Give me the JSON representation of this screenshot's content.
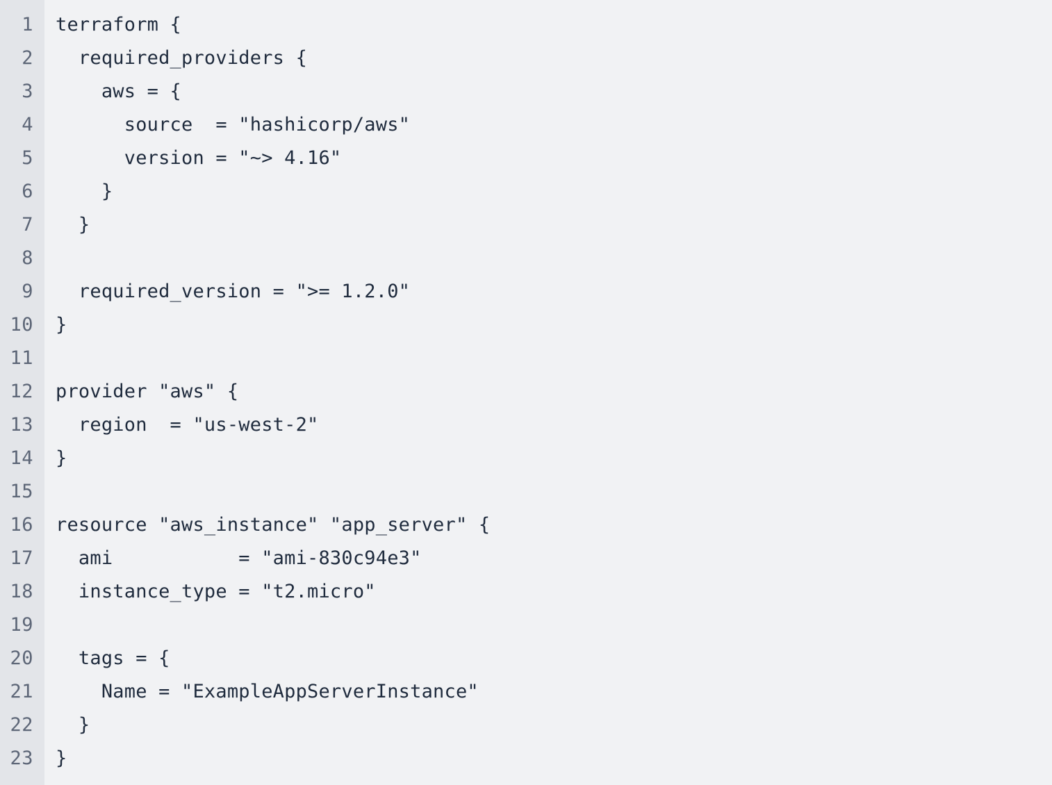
{
  "editor": {
    "colors": {
      "background": "#f1f2f4",
      "gutter_background": "#e3e5e9",
      "line_number": "#5d6677",
      "text": "#1f2b3d"
    },
    "lines": [
      {
        "number": "1",
        "text": "terraform {"
      },
      {
        "number": "2",
        "text": "  required_providers {"
      },
      {
        "number": "3",
        "text": "    aws = {"
      },
      {
        "number": "4",
        "text": "      source  = \"hashicorp/aws\""
      },
      {
        "number": "5",
        "text": "      version = \"~> 4.16\""
      },
      {
        "number": "6",
        "text": "    }"
      },
      {
        "number": "7",
        "text": "  }"
      },
      {
        "number": "8",
        "text": ""
      },
      {
        "number": "9",
        "text": "  required_version = \">= 1.2.0\""
      },
      {
        "number": "10",
        "text": "}"
      },
      {
        "number": "11",
        "text": ""
      },
      {
        "number": "12",
        "text": "provider \"aws\" {"
      },
      {
        "number": "13",
        "text": "  region  = \"us-west-2\""
      },
      {
        "number": "14",
        "text": "}"
      },
      {
        "number": "15",
        "text": ""
      },
      {
        "number": "16",
        "text": "resource \"aws_instance\" \"app_server\" {"
      },
      {
        "number": "17",
        "text": "  ami           = \"ami-830c94e3\""
      },
      {
        "number": "18",
        "text": "  instance_type = \"t2.micro\""
      },
      {
        "number": "19",
        "text": ""
      },
      {
        "number": "20",
        "text": "  tags = {"
      },
      {
        "number": "21",
        "text": "    Name = \"ExampleAppServerInstance\""
      },
      {
        "number": "22",
        "text": "  }"
      },
      {
        "number": "23",
        "text": "}"
      }
    ]
  }
}
